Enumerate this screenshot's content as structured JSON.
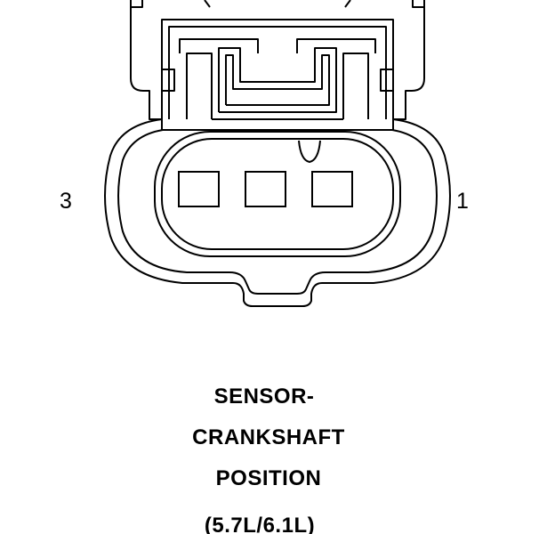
{
  "pins": {
    "left": "3",
    "right": "1"
  },
  "caption": {
    "line1": "SENSOR-",
    "line2": "CRANKSHAFT",
    "line3": "POSITION",
    "line4": "(5.7L/6.1L)"
  },
  "colors": {
    "stroke": "#000000",
    "background": "#ffffff"
  }
}
